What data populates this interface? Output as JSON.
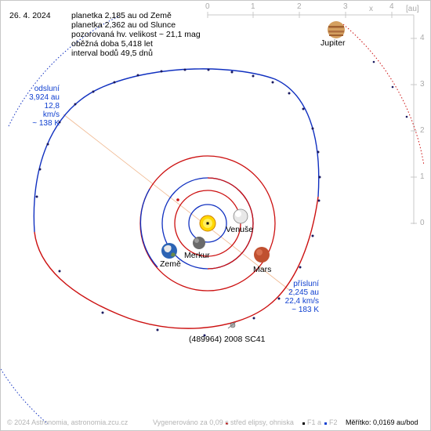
{
  "date": "26. 4. 2024",
  "info": [
    "planetka 2,185 au od Země",
    "planetka 2,362 au od Slunce",
    "pozorovaná hv. velikost ~ 21,1 mag",
    "oběžná doba 5,418 let",
    "interval bodů 49,5 dnů"
  ],
  "aphelion": [
    "odsluní",
    "3,924 au",
    "12,8 km/s",
    "~ 138 K"
  ],
  "perihelion": [
    "přísluní",
    "2,245 au",
    "22,4 km/s",
    "~ 183 K"
  ],
  "planets": {
    "jupiter": "Jupiter",
    "venus": "Venuše",
    "mercury": "Merkur",
    "earth": "Země",
    "mars": "Mars"
  },
  "asteroid": "(489964) 2008 SC41",
  "axis": {
    "x_label": "x",
    "unit": "[au]",
    "x_ticks": [
      "0",
      "1",
      "2",
      "3",
      "4"
    ],
    "y_ticks": [
      "4",
      "3",
      "2",
      "1",
      "0"
    ]
  },
  "footer": {
    "copyright": "© 2024 Astronomia, astronomia.zcu.cz",
    "generated": "Vygenerováno za 0,09 s",
    "legend_center": "střed elipsy, ohniska",
    "legend_f1": "F1 a",
    "legend_f2": "F2",
    "scale": "Měřítko: 0,0169 au/bod"
  },
  "colors": {
    "orbit_blue": "#1030c0",
    "orbit_red": "#cc1010",
    "label_blue": "#1040d0"
  }
}
